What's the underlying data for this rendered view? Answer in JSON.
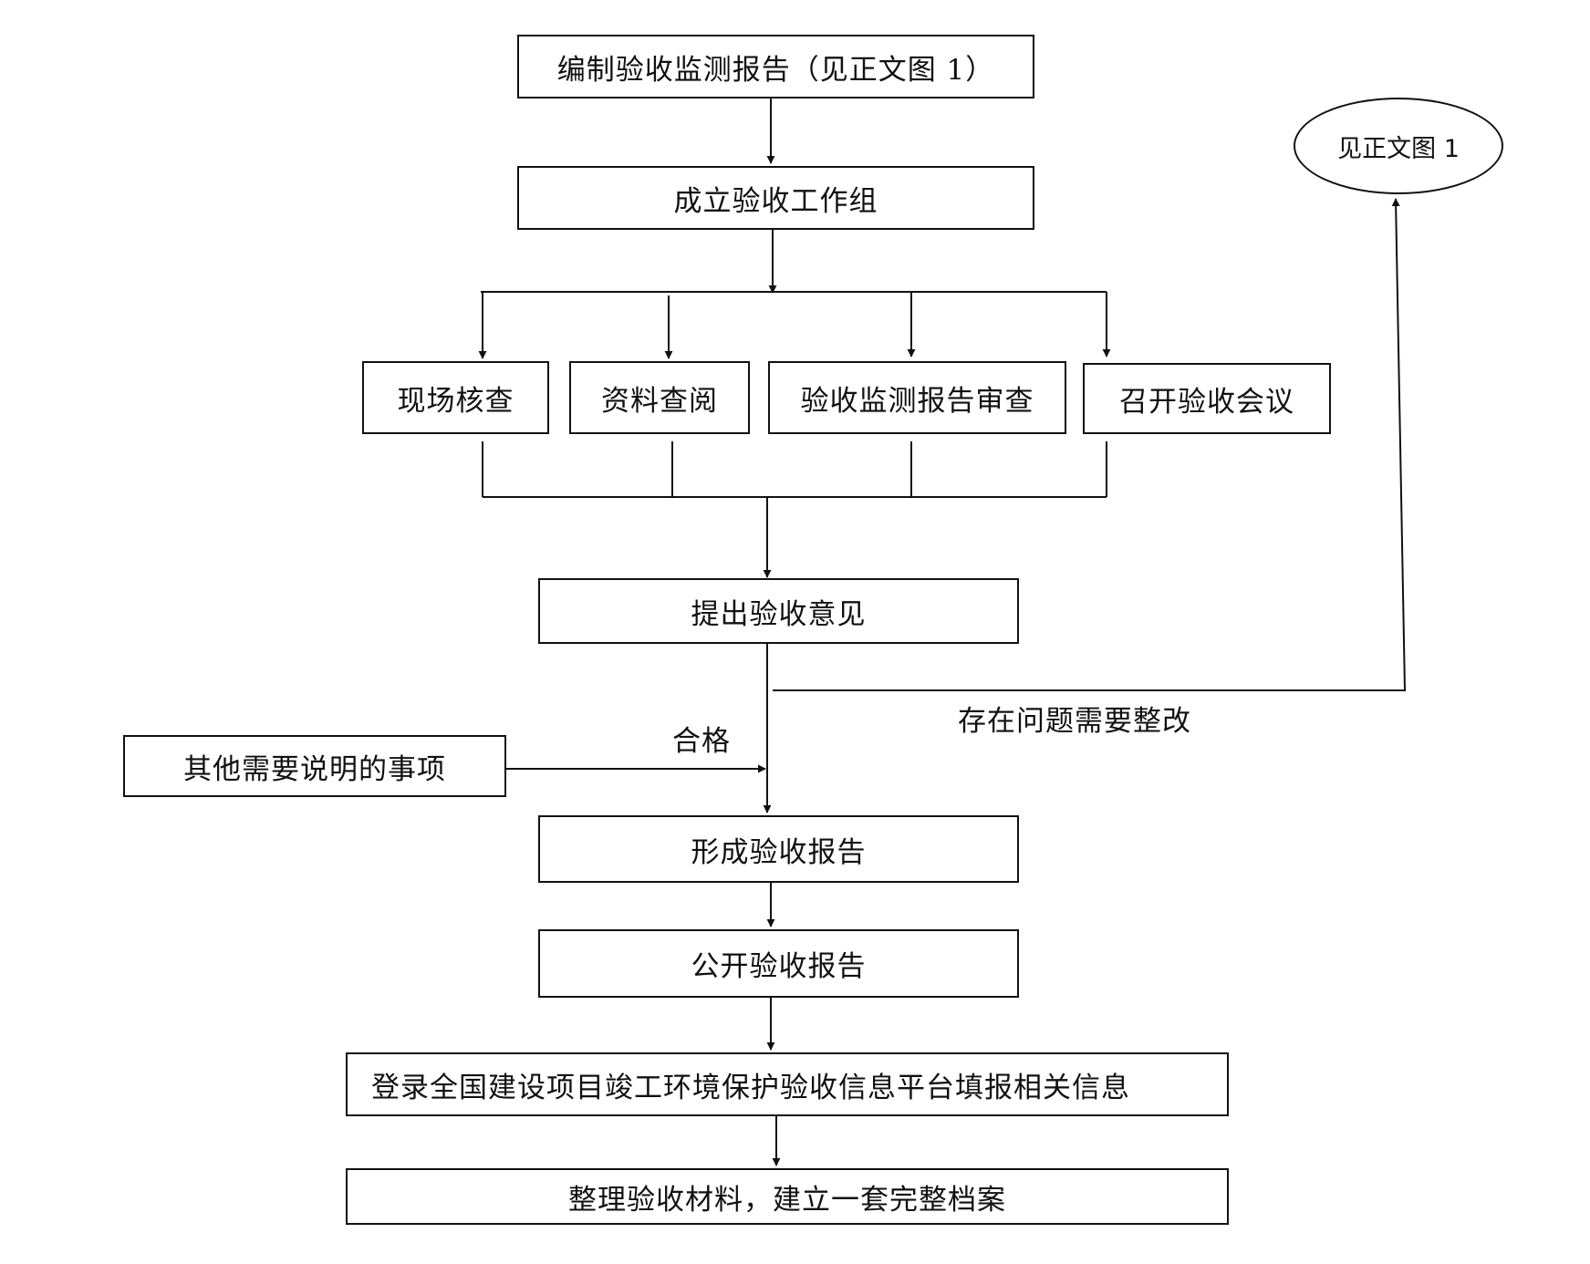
{
  "nodes": {
    "compile_report": "编制验收监测报告（见正文图 1）",
    "form_group": "成立验收工作组",
    "site_check": "现场核查",
    "doc_review": "资料查阅",
    "report_review": "验收监测报告审查",
    "meeting": "召开验收会议",
    "opinion": "提出验收意见",
    "other_items": "其他需要说明的事项",
    "form_report": "形成验收报告",
    "publish_report": "公开验收报告",
    "register_platform": "登录全国建设项目竣工环境保护验收信息平台填报相关信息",
    "archive": "整理验收材料，建立一套完整档案",
    "see_figure": "见正文图 1"
  },
  "edge_labels": {
    "qualified": "合格",
    "needs_rectification": "存在问题需要整改"
  }
}
